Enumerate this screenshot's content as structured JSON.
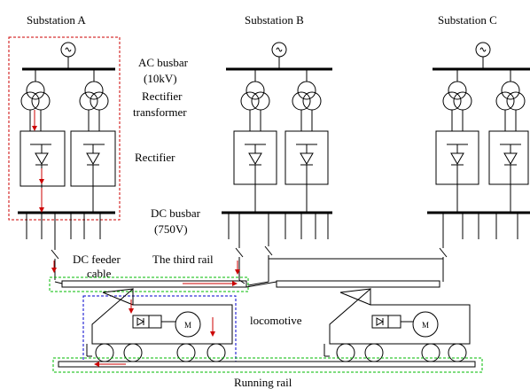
{
  "substations": [
    "Substation A",
    "Substation B",
    "Substation C"
  ],
  "labels": {
    "ac_busbar": "AC busbar",
    "ac_voltage": "(10kV)",
    "rectifier_transformer_1": "Rectifier",
    "rectifier_transformer_2": "transformer",
    "rectifier": "Rectifier",
    "dc_busbar": "DC busbar",
    "dc_voltage": "(750V)",
    "dc_feeder_1": "DC feeder",
    "dc_feeder_2": "cable",
    "third_rail": "The third rail",
    "locomotive": "locomotive",
    "running_rail": "Running rail",
    "motor_symbol": "M"
  },
  "icons": [
    "generator-icon",
    "transformer-icon",
    "diode-icon",
    "switch-icon",
    "motor-icon",
    "wheel-icon"
  ],
  "colors": {
    "line": "#000000",
    "current_flow": "#cc0000",
    "highlight_substation": "#cc0000",
    "highlight_rail": "#00bb00",
    "highlight_locomotive": "#0000cc"
  }
}
